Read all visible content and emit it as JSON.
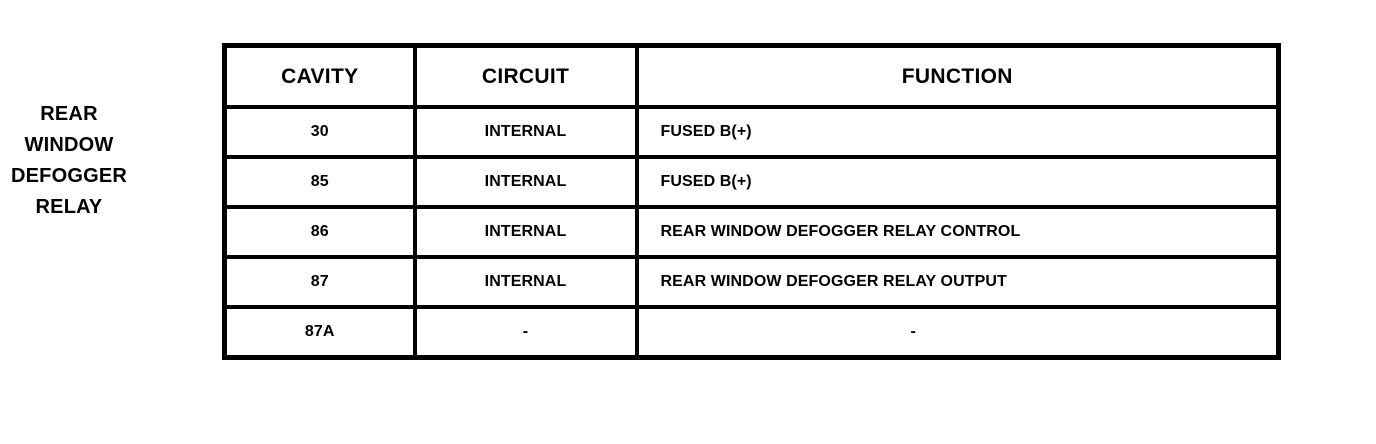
{
  "component": {
    "name": "rear-window-defogger-relay",
    "label_lines": [
      "REAR",
      "WINDOW",
      "DEFOGGER",
      "RELAY"
    ]
  },
  "table": {
    "columns": [
      {
        "key": "cavity",
        "header": "CAVITY"
      },
      {
        "key": "circuit",
        "header": "CIRCUIT"
      },
      {
        "key": "function",
        "header": "FUNCTION"
      }
    ],
    "rows": [
      {
        "cavity": "30",
        "circuit": "INTERNAL",
        "function": "FUSED B(+)"
      },
      {
        "cavity": "85",
        "circuit": "INTERNAL",
        "function": "FUSED B(+)"
      },
      {
        "cavity": "86",
        "circuit": "INTERNAL",
        "function": "REAR WINDOW DEFOGGER RELAY CONTROL"
      },
      {
        "cavity": "87",
        "circuit": "INTERNAL",
        "function": "REAR WINDOW DEFOGGER RELAY OUTPUT"
      },
      {
        "cavity": "87A",
        "circuit": "-",
        "function": "-"
      }
    ]
  },
  "colors": {
    "background": "#ffffff",
    "foreground": "#000000",
    "border": "#000000"
  }
}
